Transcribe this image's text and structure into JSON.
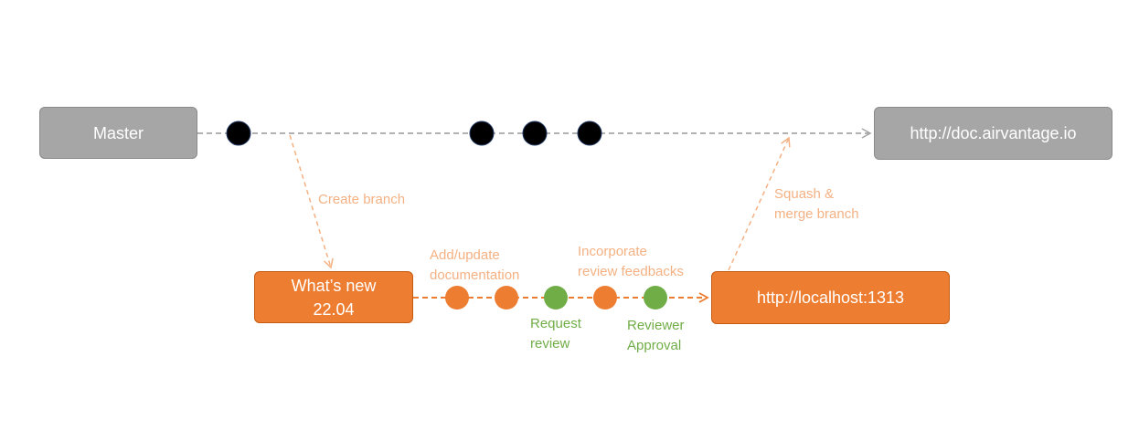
{
  "boxes": {
    "master": "Master",
    "production": "http://doc.airvantage.io",
    "branch": "What’s new\n22.04",
    "local": "http://localhost:1313"
  },
  "labels": {
    "create_branch": "Create branch",
    "add_update": "Add/update\ndocumentation",
    "incorporate": "Incorporate\nreview feedbacks",
    "request_review": "Request\nreview",
    "reviewer_approval": "Reviewer\nApproval",
    "squash_merge": "Squash &\nmerge branch"
  },
  "colors": {
    "gray_box": "#a6a6a6",
    "orange": "#ed7d31",
    "green": "#70ad47",
    "peach": "#f4b183",
    "commit_black": "#000000"
  }
}
